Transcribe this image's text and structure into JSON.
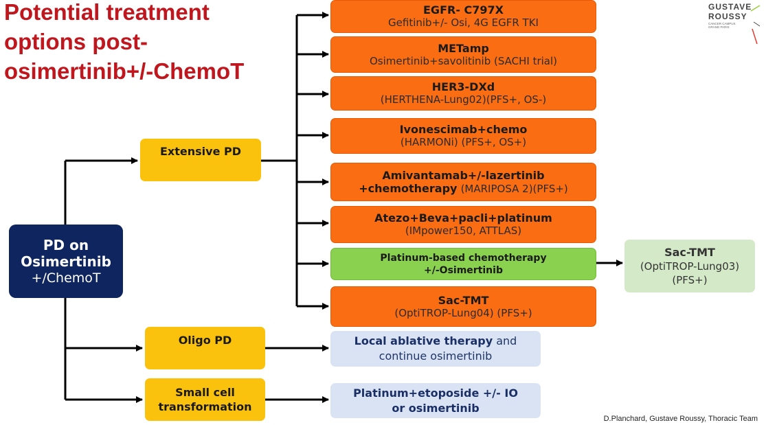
{
  "title": "Potential treatment options post-osimertinib+/-ChemoT",
  "logo": {
    "line1": "GUSTAVE",
    "line2": "ROUSSY",
    "line3": "CANCER CAMPUS",
    "line4": "GRAND PARIS"
  },
  "root": {
    "line1": "PD on",
    "line2": "Osimertinib",
    "line3": "+/ChemoT"
  },
  "branches": {
    "extensive": "Extensive PD",
    "oligo": "Oligo PD",
    "small_cell": {
      "line1": "Small cell",
      "line2": "transformation"
    }
  },
  "options": [
    {
      "name": "EGFR- C797X",
      "detail": "Gefitinib+/- Osi, 4G EGFR TKI"
    },
    {
      "name": "METamp",
      "detail": "Osimertinib+savolitinib (SACHI trial)"
    },
    {
      "name": "HER3-DXd",
      "detail": "(HERTHENA-Lung02)(PFS+, OS-)"
    },
    {
      "name": "Ivonescimab+chemo",
      "detail": "(HARMONi) (PFS+, OS+)"
    },
    {
      "name": "Amivantamab+/-lazertinib",
      "name2": "+chemotherapy",
      "detail": "(MARIPOSA 2)(PFS+)"
    },
    {
      "name": "Atezo+Beva+pacli+platinum",
      "detail": "(IMpower150, ATTLAS)"
    },
    {
      "name": "Platinum-based chemotherapy",
      "name2": "+/-Osimertinib"
    },
    {
      "name": "Sac-TMT",
      "detail": "(OptiTROP-Lung04) (PFS+)"
    }
  ],
  "sac_tmt_side": {
    "name": "Sac-TMT",
    "detail1": "(OptiTROP-Lung03)",
    "detail2": "(PFS+)"
  },
  "oligo_option": {
    "bold": "Local ablative therapy",
    "rest": "and",
    "line2": "continue osimertinib"
  },
  "sclc_option": {
    "line1": "Platinum+etoposide +/- IO",
    "line2": "or osimertinib"
  },
  "footer": "D.Planchard, Gustave Roussy, Thoracic Team"
}
